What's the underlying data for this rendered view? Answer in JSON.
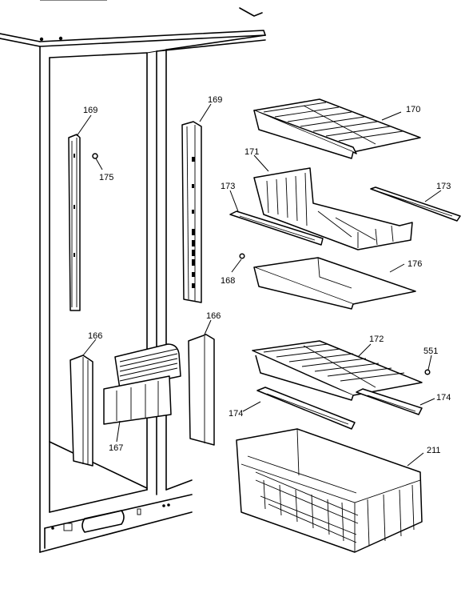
{
  "labels": {
    "p169a": "169",
    "p169b": "169",
    "p170": "170",
    "p171": "171",
    "p173a": "173",
    "p173b": "173",
    "p175": "175",
    "p168": "168",
    "p176": "176",
    "p166a": "166",
    "p166b": "166",
    "p172": "172",
    "p551": "551",
    "p174a": "174",
    "p174b": "174",
    "p167": "167",
    "p211": "211"
  }
}
